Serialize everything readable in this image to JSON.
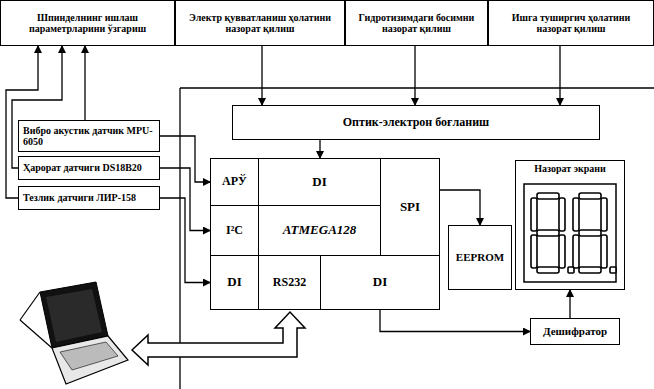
{
  "diagram": {
    "nodes": [
      {
        "text": [
          "Шпинделнинг ишлаш параметрларини ўзгариш"
        ]
      },
      {
        "text": [
          "Электр қувватланиш ҳолатини назорат қилиш"
        ]
      },
      {
        "text": [
          "Гидротизимдаги босимни назорат қилиш"
        ]
      },
      {
        "text": [
          "Ишга туширгич ҳолатини назорат қилиш"
        ]
      },
      {
        "text": [
          "Вибро акустик датчик MPU-6050"
        ]
      },
      {
        "text": [
          "Ҳарорат датчиги DS18B20"
        ]
      },
      {
        "text": [
          "Тезлик датчиги ЛИР-158"
        ]
      },
      {
        "text": [
          "Оптик-электрон боғланиш"
        ]
      },
      {
        "text": [
          "АРЎ"
        ]
      },
      {
        "text": [
          "DI"
        ]
      },
      {
        "text": [
          "SPI"
        ]
      },
      {
        "text": [
          "I²C"
        ]
      },
      {
        "text": [
          "ATMEGA128"
        ]
      },
      {
        "text": [
          "DI"
        ]
      },
      {
        "text": [
          "RS232"
        ]
      },
      {
        "text": [
          "DI"
        ]
      },
      {
        "text": [
          "EEPROM"
        ]
      },
      {
        "text": [
          "Назорат экрани"
        ]
      },
      {
        "text": [
          "Дешифратор"
        ]
      }
    ],
    "edges": [
      {
        "from": 4,
        "to": 0,
        "arrow": "to"
      },
      {
        "from": 5,
        "to": 0,
        "arrow": "to"
      },
      {
        "from": 6,
        "to": 0,
        "arrow": "to"
      },
      {
        "from": 4,
        "to": 8,
        "arrow": "to"
      },
      {
        "from": 5,
        "to": 11,
        "arrow": "to"
      },
      {
        "from": 6,
        "to": 13,
        "arrow": "to"
      },
      {
        "from": 1,
        "to": 7,
        "arrow": "to"
      },
      {
        "from": 2,
        "to": 7,
        "arrow": "to"
      },
      {
        "from": 3,
        "to": 7,
        "arrow": "to"
      },
      {
        "from": 7,
        "to": 9,
        "arrow": "to"
      },
      {
        "from": 10,
        "to": 16,
        "arrow": "to"
      },
      {
        "from": 15,
        "to": 18,
        "arrow": "to"
      },
      {
        "from": 18,
        "to": 17,
        "arrow": "to"
      }
    ]
  }
}
